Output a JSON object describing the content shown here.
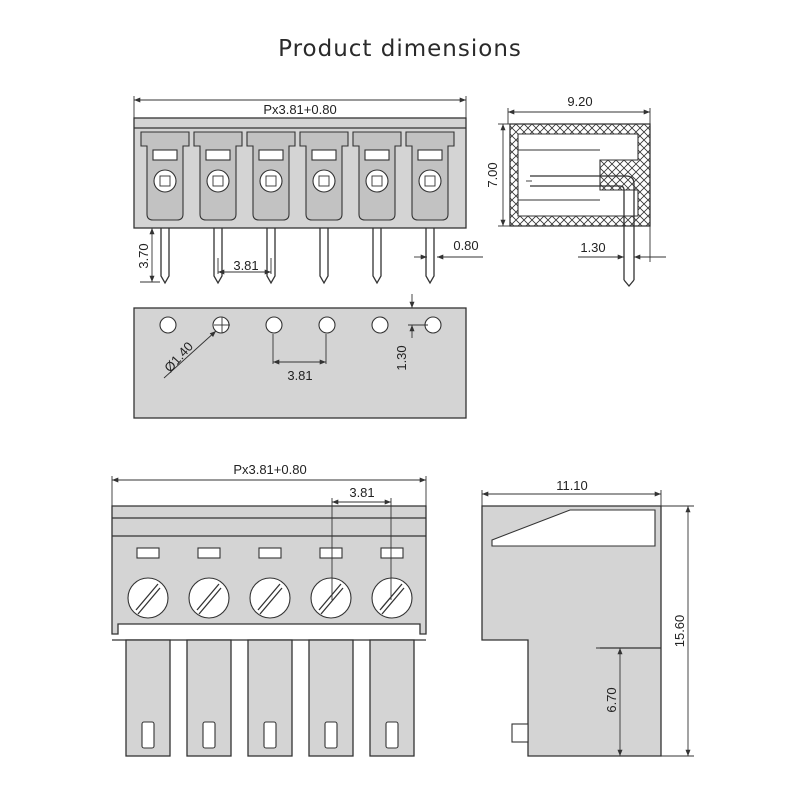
{
  "title": "Product dimensions",
  "dimensions": {
    "top_width": "Px3.81+0.80",
    "side_width": "9.20",
    "side_height": "7.00",
    "pin_length": "3.70",
    "pin_pitch": "3.81",
    "pin_width": "0.80",
    "pin_offset": "1.30",
    "hole_diameter": "Ø1.40",
    "hole_pitch": "3.81",
    "hole_offset": "1.30",
    "plug_width": "Px3.81+0.80",
    "plug_pitch": "3.81",
    "plug_depth": "11.10",
    "plug_height": "15.60",
    "plug_pin_length": "6.70"
  }
}
